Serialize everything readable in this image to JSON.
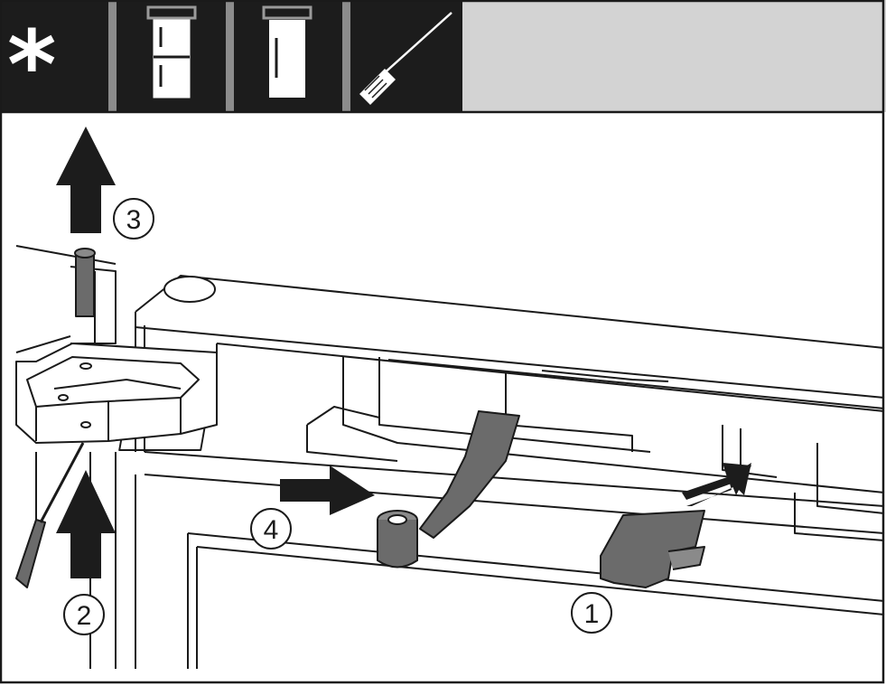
{
  "header": {
    "icons": [
      {
        "name": "freezer-star-icon",
        "glyph": "*"
      },
      {
        "name": "fridge-freezer-combo-icon"
      },
      {
        "name": "single-door-fridge-icon"
      },
      {
        "name": "screwdriver-icon"
      }
    ],
    "colors": {
      "icon_bar": "#1c1c1c",
      "header_bg": "#d3d3d3",
      "separator": "#8c8c8c",
      "outline": "#1a1a1a"
    }
  },
  "diagram": {
    "steps": [
      {
        "label": "1",
        "name": "step-1-label"
      },
      {
        "label": "2",
        "name": "step-2-label"
      },
      {
        "label": "3",
        "name": "step-3-label"
      },
      {
        "label": "4",
        "name": "step-4-label"
      }
    ],
    "colors": {
      "arrow": "#1c1c1c",
      "part_grey": "#6b6b6b",
      "line": "#1a1a1a"
    }
  }
}
